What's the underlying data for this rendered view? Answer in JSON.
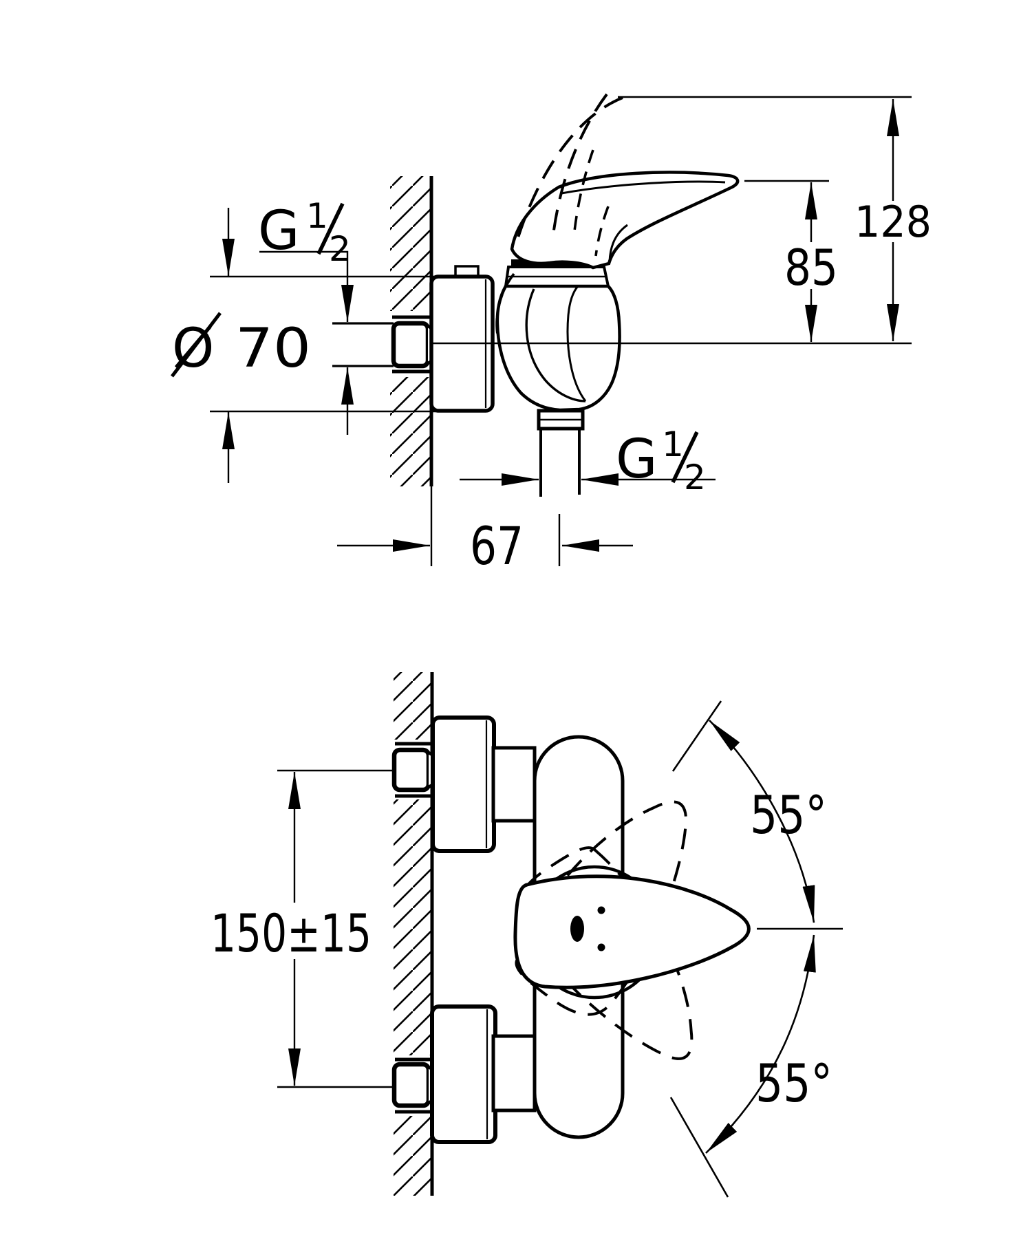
{
  "drawing": {
    "background": "#ffffff",
    "line_color": "#000000",
    "type": "technical dimension drawing, wall-mounted single-lever shower mixer, two orthographic views",
    "views": {
      "side": {
        "labels": {
          "inlet_thread": {
            "prefix": "G",
            "numerator": "1",
            "denominator": "2"
          },
          "outlet_thread": {
            "prefix": "G",
            "numerator": "1",
            "denominator": "2"
          },
          "escutcheon_diameter_symbol": "Ø",
          "escutcheon_diameter_value": "70",
          "overall_height": "128",
          "lever_height": "85",
          "outlet_offset": "67"
        }
      },
      "front": {
        "labels": {
          "inlet_spacing": "150±15",
          "swing_up": "55°",
          "swing_down": "55°"
        }
      }
    }
  }
}
